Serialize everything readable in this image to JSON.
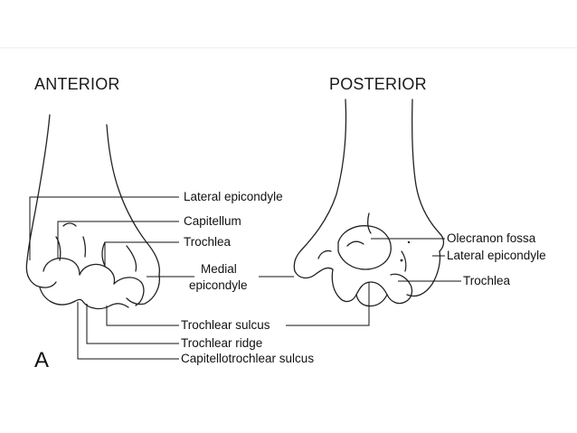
{
  "views": {
    "anterior": "ANTERIOR",
    "posterior": "POSTERIOR"
  },
  "panel_letter": "A",
  "anterior_labels": {
    "lateral_epicondyle": "Lateral epicondyle",
    "capitellum": "Capitellum",
    "trochlea": "Trochlea",
    "medial_line1": "Medial",
    "medial_line2": "epicondyle",
    "trochlear_sulcus": "Trochlear sulcus",
    "trochlear_ridge": "Trochlear ridge",
    "capitellotrochlear_sulcus": "Capitellotrochlear sulcus"
  },
  "posterior_labels": {
    "olecranon_fossa": "Olecranon fossa",
    "lateral_epicondyle": "Lateral epicondyle",
    "trochlea": "Trochlea"
  }
}
